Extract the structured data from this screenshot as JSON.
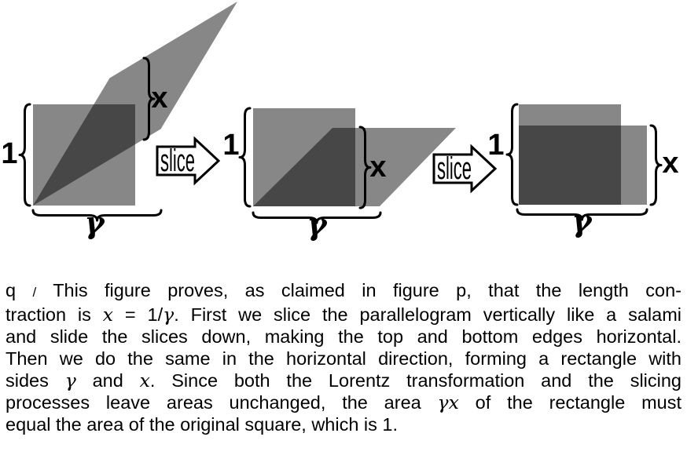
{
  "figure": {
    "arrow_label": "slice",
    "panels": [
      {
        "name": "lorentz-boosted-square",
        "height_label": "1",
        "side_label": "x",
        "width_label": "γ"
      },
      {
        "name": "after-vertical-slicing",
        "height_label": "1",
        "side_label": "x",
        "width_label": "γ"
      },
      {
        "name": "after-horizontal-slicing",
        "height_label": "1",
        "side_label": "x",
        "width_label": "γ"
      }
    ]
  },
  "caption": {
    "lines": [
      {
        "parts": [
          {
            "t": "q "
          },
          {
            "t": "/",
            "cls": "slash"
          },
          {
            "t": " This figure proves, as claimed in figure p, that the length con-"
          }
        ]
      },
      {
        "parts": [
          {
            "t": "traction is "
          },
          {
            "t": "x",
            "cls": "math"
          },
          {
            "t": " = 1/"
          },
          {
            "t": "γ",
            "cls": "math"
          },
          {
            "t": ". First we slice the parallelogram vertically like a salami"
          }
        ]
      },
      {
        "parts": [
          {
            "t": "and slide the slices down, making the top and bottom edges horizontal."
          }
        ]
      },
      {
        "parts": [
          {
            "t": "Then we do the same in the horizontal direction, forming a rectangle with"
          }
        ]
      },
      {
        "parts": [
          {
            "t": "sides "
          },
          {
            "t": "γ",
            "cls": "math"
          },
          {
            "t": " and "
          },
          {
            "t": "x",
            "cls": "math"
          },
          {
            "t": ". Since both the Lorentz transformation and the slicing"
          }
        ]
      },
      {
        "parts": [
          {
            "t": "processes leave areas unchanged, the area "
          },
          {
            "t": "γx",
            "cls": "math"
          },
          {
            "t": " of the rectangle must"
          }
        ]
      },
      {
        "parts": [
          {
            "t": "equal the area of the original square, which is 1."
          }
        ]
      }
    ]
  },
  "colors": {
    "shape_gray": "#878787",
    "overlap_gray": "#4a4a4a",
    "ink": "#000000",
    "background": "#ffffff"
  }
}
